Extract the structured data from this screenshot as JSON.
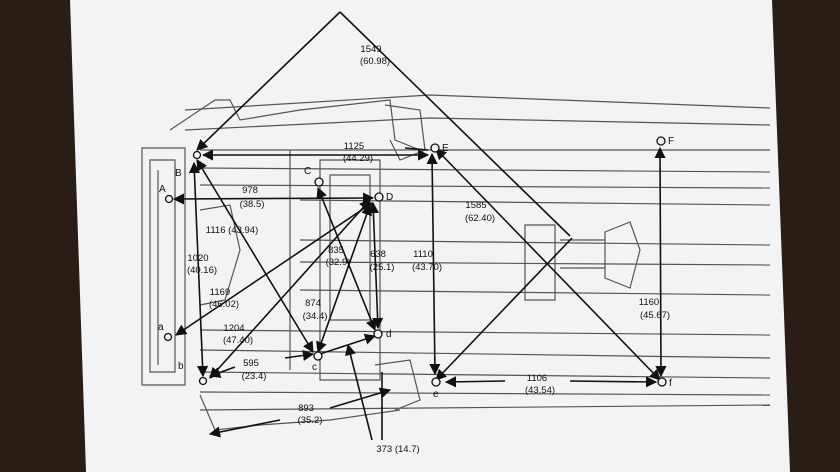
{
  "colors": {
    "background": "#2a1d16",
    "paper": "#f3f3f5",
    "line": "#111111",
    "frame": "#555555"
  },
  "points": [
    {
      "id": "A",
      "label": "A"
    },
    {
      "id": "B",
      "label": "B"
    },
    {
      "id": "C",
      "label": "C"
    },
    {
      "id": "D",
      "label": "D"
    },
    {
      "id": "E",
      "label": "E"
    },
    {
      "id": "F",
      "label": "F"
    },
    {
      "id": "a",
      "label": "a"
    },
    {
      "id": "b",
      "label": "b"
    },
    {
      "id": "c",
      "label": "c"
    },
    {
      "id": "d",
      "label": "d"
    },
    {
      "id": "e",
      "label": "e"
    },
    {
      "id": "f",
      "label": "f"
    }
  ],
  "measurements": [
    {
      "id": "m1549",
      "line1": "1549",
      "line2": "(60.98)"
    },
    {
      "id": "m1125",
      "line1": "1125",
      "line2": "(44.29)"
    },
    {
      "id": "m978",
      "line1": "978",
      "line2": "(38.5)"
    },
    {
      "id": "m1116",
      "line1": "1116 (43.94)",
      "line2": ""
    },
    {
      "id": "m1585",
      "line1": "1585",
      "line2": "(62.40)"
    },
    {
      "id": "m1020",
      "line1": "1020",
      "line2": "(40.16)"
    },
    {
      "id": "m835",
      "line1": "835",
      "line2": "(32.9)"
    },
    {
      "id": "m638",
      "line1": "638",
      "line2": "(25.1)"
    },
    {
      "id": "m1110",
      "line1": "1110",
      "line2": "(43.70)"
    },
    {
      "id": "m1169",
      "line1": "1169",
      "line2": "(46.02)"
    },
    {
      "id": "m874",
      "line1": "874",
      "line2": "(34.4)"
    },
    {
      "id": "m1204",
      "line1": "1204",
      "line2": "(47.40)"
    },
    {
      "id": "m1160",
      "line1": "1160",
      "line2": "(45.67)"
    },
    {
      "id": "m595",
      "line1": "595",
      "line2": "(23.4)"
    },
    {
      "id": "m1106",
      "line1": "1106",
      "line2": "(43.54)"
    },
    {
      "id": "m893",
      "line1": "893",
      "line2": "(35.2)"
    },
    {
      "id": "m373",
      "line1": "373 (14.7)",
      "line2": ""
    }
  ]
}
